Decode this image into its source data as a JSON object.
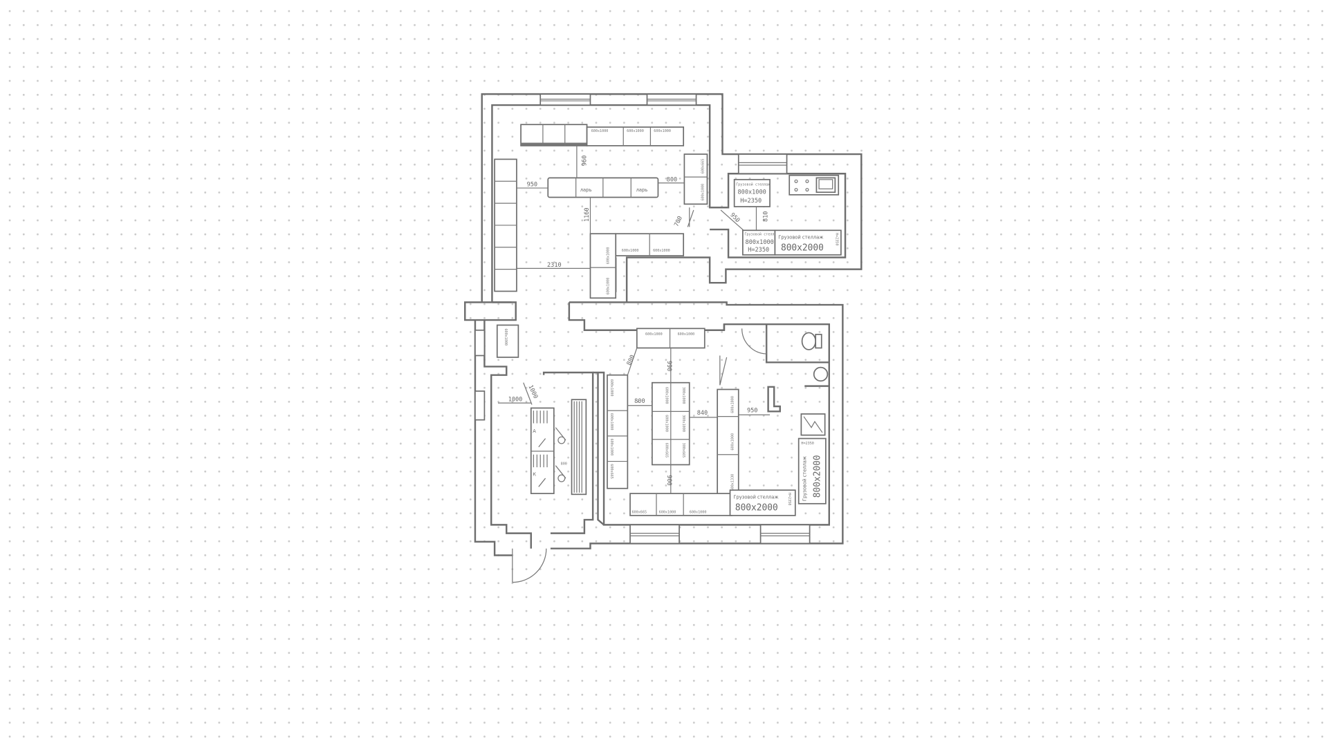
{
  "plan": {
    "upper_room": {
      "dims": {
        "aisle_top": "960",
        "aisle_left": "950",
        "aisle_right": "800",
        "aisle_mid": "1160",
        "aisle_bottom": "2310",
        "door": "700"
      },
      "chest_freezer_label": "ларь",
      "chest_freezer_label_2": "ларь",
      "shelves_top": [
        "600x1000",
        "600x1000",
        "600x1000"
      ],
      "shelves_right": [
        "600x665",
        "600x1000"
      ],
      "shelves_bottom": [
        "600x1000",
        "600x1000"
      ],
      "shelves_vertical": [
        "600x1000",
        "600x1000"
      ]
    },
    "storage_room": {
      "dims": {
        "diag": "950",
        "gap": "810"
      },
      "cargo_small": {
        "title": "Грузовой стеллаж",
        "size": "800x1000",
        "height": "H=2350"
      },
      "cargo_small_2": {
        "title": "Грузовой стеллаж",
        "size": "800x1000",
        "height": "H=2350"
      },
      "cargo_large": {
        "title": "Грузовой стеллаж",
        "size": "800x2000",
        "height": "H=2350"
      }
    },
    "lower_room": {
      "dims": {
        "diag": "800",
        "top": "990",
        "left": "800",
        "mid": "840",
        "right": "950",
        "bottom": "900"
      },
      "shelves_top": [
        "600x1000",
        "600x1000"
      ],
      "shelves_left": [
        "600x1000",
        "600x1000",
        "600x1000",
        "600x665"
      ],
      "shelves_center": [
        "600x1000",
        "600x1000",
        "600x665",
        "300x1000",
        "300x1000",
        "300x665"
      ],
      "shelves_right": [
        "600x1000",
        "600x1000",
        "600x1330"
      ],
      "shelves_bottom": [
        "600x665",
        "600x1000",
        "600x1000"
      ],
      "cargo_bottom": {
        "title": "Грузовой стеллаж",
        "size": "800x2000",
        "height": "H=2350"
      },
      "cargo_right": {
        "title": "Грузовой стеллаж",
        "size": "800x2000",
        "height": "H=2350"
      }
    },
    "checkout_area": {
      "dims": {
        "left": "1000",
        "diag": "1000",
        "between": "800"
      },
      "shelf_small": "600x1000",
      "checkout_letters": [
        "А",
        "К"
      ]
    }
  }
}
